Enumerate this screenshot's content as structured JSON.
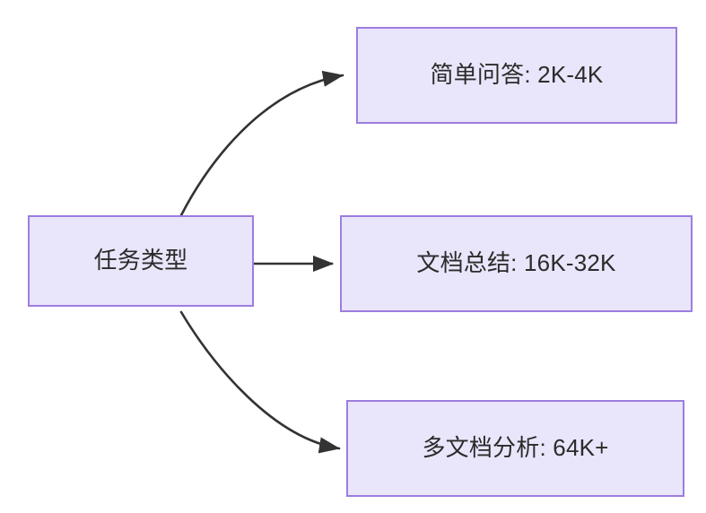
{
  "diagram": {
    "type": "flowchart",
    "direction": "left-to-right",
    "background_color": "#ffffff",
    "node_fill_color": "#e9e5fa",
    "node_border_color": "#9d7de0",
    "edge_color": "#333333",
    "text_color": "#2b2b2b",
    "nodes": [
      {
        "id": "root",
        "label": "任务类型"
      },
      {
        "id": "simple-qa",
        "label": "简单问答: 2K-4K"
      },
      {
        "id": "doc-summary",
        "label": "文档总结: 16K-32K"
      },
      {
        "id": "multi-doc",
        "label": "多文档分析: 64K+"
      }
    ],
    "edges": [
      {
        "from": "root",
        "to": "simple-qa",
        "label": "",
        "style": "curved-arrow"
      },
      {
        "from": "root",
        "to": "doc-summary",
        "label": "",
        "style": "straight-arrow"
      },
      {
        "from": "root",
        "to": "multi-doc",
        "label": "",
        "style": "curved-arrow"
      }
    ]
  }
}
